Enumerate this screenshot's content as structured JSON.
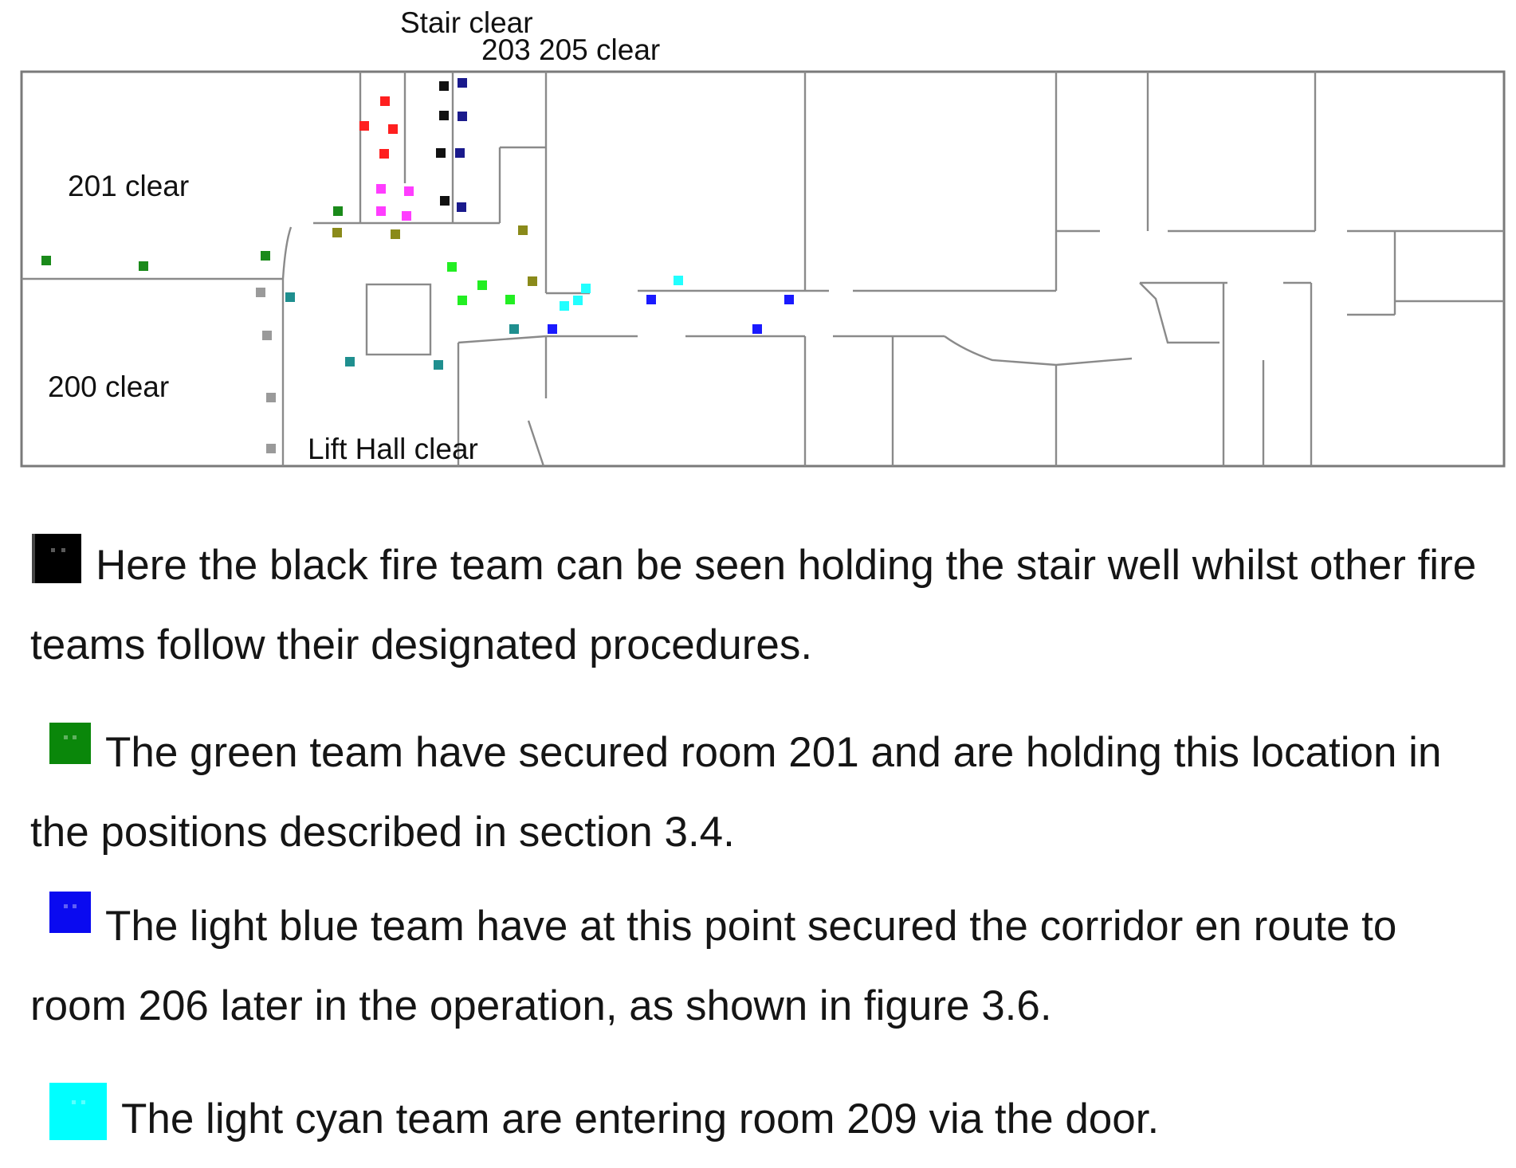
{
  "labels": {
    "stair": "Stair clear",
    "rooms_203_205": "203 205 clear",
    "room_201": "201 clear",
    "room_200": "200 clear",
    "lift_hall": "Lift Hall clear"
  },
  "teams": [
    {
      "name": "red",
      "color": "#ff1f1f"
    },
    {
      "name": "black",
      "color": "#111111"
    },
    {
      "name": "navy",
      "color": "#1a1a8c"
    },
    {
      "name": "magenta",
      "color": "#ff3dff"
    },
    {
      "name": "green",
      "color": "#1a8a1a"
    },
    {
      "name": "olive",
      "color": "#8a8a1a"
    },
    {
      "name": "gray",
      "color": "#9a9a9a"
    },
    {
      "name": "teal",
      "color": "#1f8f8f"
    },
    {
      "name": "lime",
      "color": "#22ee22"
    },
    {
      "name": "light-cyan",
      "color": "#22ffff"
    },
    {
      "name": "blue",
      "color": "#1a1aff"
    }
  ],
  "legend": [
    {
      "id": "black",
      "color": "#000000",
      "text": "Here the black fire team can be seen holding the stair well whilst other fire teams follow their designated procedures."
    },
    {
      "id": "green",
      "color": "#0a870a",
      "text": "The green team have secured room 201 and are holding this location in the positions described in section 3.4."
    },
    {
      "id": "blue",
      "color": "#0a0af0",
      "text": "The light blue team have at this point secured the corridor en route to room 206 later in the operation, as shown in figure 3.6."
    },
    {
      "id": "cyan",
      "color": "#00ffff",
      "text": "The light cyan team are entering room 209 via the door."
    }
  ]
}
